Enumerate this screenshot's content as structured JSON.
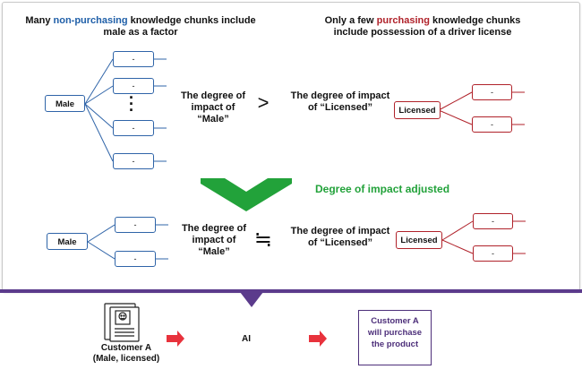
{
  "top_left_heading": {
    "pre": "Many ",
    "highlight": "non-purchasing",
    "post": " knowledge chunks include",
    "line2": "male as a factor"
  },
  "top_right_heading": {
    "pre": "Only a few ",
    "highlight": "purchasing",
    "post": " knowledge chunks",
    "line2": "include possession of a driver license"
  },
  "upper_left_tree": {
    "root": "Male",
    "leaves": [
      "-",
      "-",
      "-",
      "-"
    ]
  },
  "upper_compare": {
    "left_line1": "The degree of",
    "left_line2": "impact of “Male”",
    "operator": ">",
    "right_line1": "The degree of impact",
    "right_line2": "of “Licensed”"
  },
  "upper_right_tree": {
    "root": "Licensed",
    "leaves": [
      "-",
      "-"
    ]
  },
  "adjust_label": "Degree of impact adjusted",
  "lower_left_tree": {
    "root": "Male",
    "leaves": [
      "-",
      "-"
    ]
  },
  "lower_compare": {
    "left_line1": "The degree of",
    "left_line2": "impact of",
    "left_line3": "“Male”",
    "operator": "≒",
    "right_line1": "The degree of impact",
    "right_line2": "of “Licensed”"
  },
  "lower_right_tree": {
    "root": "Licensed",
    "leaves": [
      "-",
      "-"
    ]
  },
  "bottom": {
    "customer_line1": "Customer A",
    "customer_line2": "(Male, licensed)",
    "ai_label": "AI",
    "result_line1": "Customer A",
    "result_line2": "will purchase",
    "result_line3": "the product"
  },
  "colors": {
    "blue": "#2f64a8",
    "red": "#b0222a",
    "green": "#22a23a",
    "purple": "#5b3b8c",
    "arrow_red": "#e8323c"
  }
}
